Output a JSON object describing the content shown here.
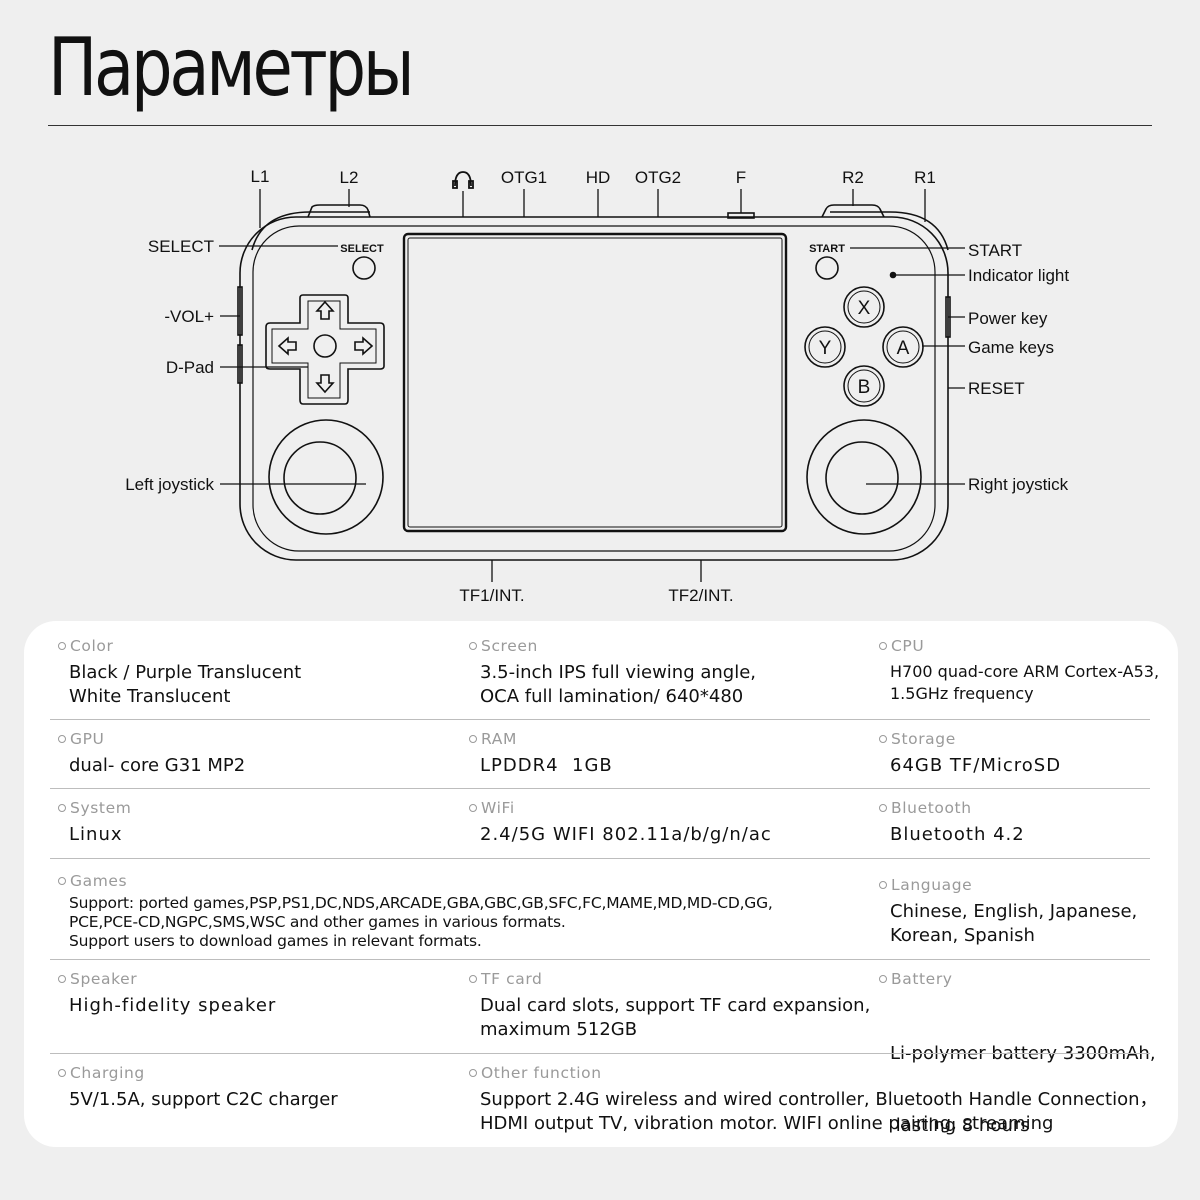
{
  "title": "Параметры",
  "device_labels": {
    "l1": "L1",
    "l2": "L2",
    "otg1": "OTG1",
    "hd": "HD",
    "otg2": "OTG2",
    "f": "F",
    "r2": "R2",
    "r1": "R1",
    "select": "SELECT",
    "vol": "-VOL+",
    "dpad": "D-Pad",
    "left_joystick": "Left joystick",
    "start": "START",
    "indicator": "Indicator light",
    "power": "Power key",
    "game_keys": "Game keys",
    "reset": "RESET",
    "right_joystick": "Right joystick",
    "tf1": "TF1/INT.",
    "tf2": "TF2/INT.",
    "select_print": "SELECT",
    "start_print": "START",
    "btn_x": "X",
    "btn_y": "Y",
    "btn_a": "A",
    "btn_b": "B",
    "headphone_icon": "headphone-icon"
  },
  "specs": {
    "color": {
      "label": "Color",
      "lines": [
        "Black / Purple Translucent",
        "White Translucent"
      ]
    },
    "screen": {
      "label": "Screen",
      "lines": [
        "3.5-inch IPS full viewing angle,",
        "OCA full lamination/ 640*480"
      ]
    },
    "cpu": {
      "label": "CPU",
      "lines": [
        "H700 quad-core ARM Cortex-A53,",
        "1.5GHz frequency"
      ]
    },
    "gpu": {
      "label": "GPU",
      "lines": [
        "dual- core G31 MP2"
      ]
    },
    "ram": {
      "label": "RAM",
      "lines": [
        "LPDDR4  1GB"
      ]
    },
    "storage": {
      "label": "Storage",
      "lines": [
        "64GB TF/MicroSD"
      ]
    },
    "system": {
      "label": "System",
      "lines": [
        "Linux"
      ]
    },
    "wifi": {
      "label": "WiFi",
      "lines": [
        "2.4/5G WIFI 802.11a/b/g/n/ac"
      ]
    },
    "bluetooth": {
      "label": "Bluetooth",
      "lines": [
        "Bluetooth 4.2"
      ]
    },
    "games": {
      "label": "Games",
      "lines": [
        "Support: ported games,PSP,PS1,DC,NDS,ARCADE,GBA,GBC,GB,SFC,FC,MAME,MD,MD-CD,GG,",
        "PCE,PCE-CD,NGPC,SMS,WSC and other games in various formats.",
        "Support users to download games in relevant formats."
      ]
    },
    "language": {
      "label": "Language",
      "lines": [
        "Chinese, English, Japanese,",
        "Korean, Spanish"
      ]
    },
    "speaker": {
      "label": "Speaker",
      "lines": [
        "High-fidelity speaker"
      ]
    },
    "tfcard": {
      "label": "TF card",
      "lines": [
        "Dual card slots, support TF card expansion,",
        "maximum 512GB"
      ]
    },
    "battery": {
      "label": "Battery",
      "lines": [
        "Li-polymer battery 3300mAh,",
        " lasting 8 hours"
      ]
    },
    "charging": {
      "label": "Charging",
      "lines": [
        "5V/1.5A, support C2C charger"
      ]
    },
    "other": {
      "label": "Other function",
      "lines": [
        "Support 2.4G wireless and wired controller, Bluetooth Handle Connection，",
        "HDMI output TV, vibration motor. WIFI online pairing, streaming"
      ]
    }
  }
}
